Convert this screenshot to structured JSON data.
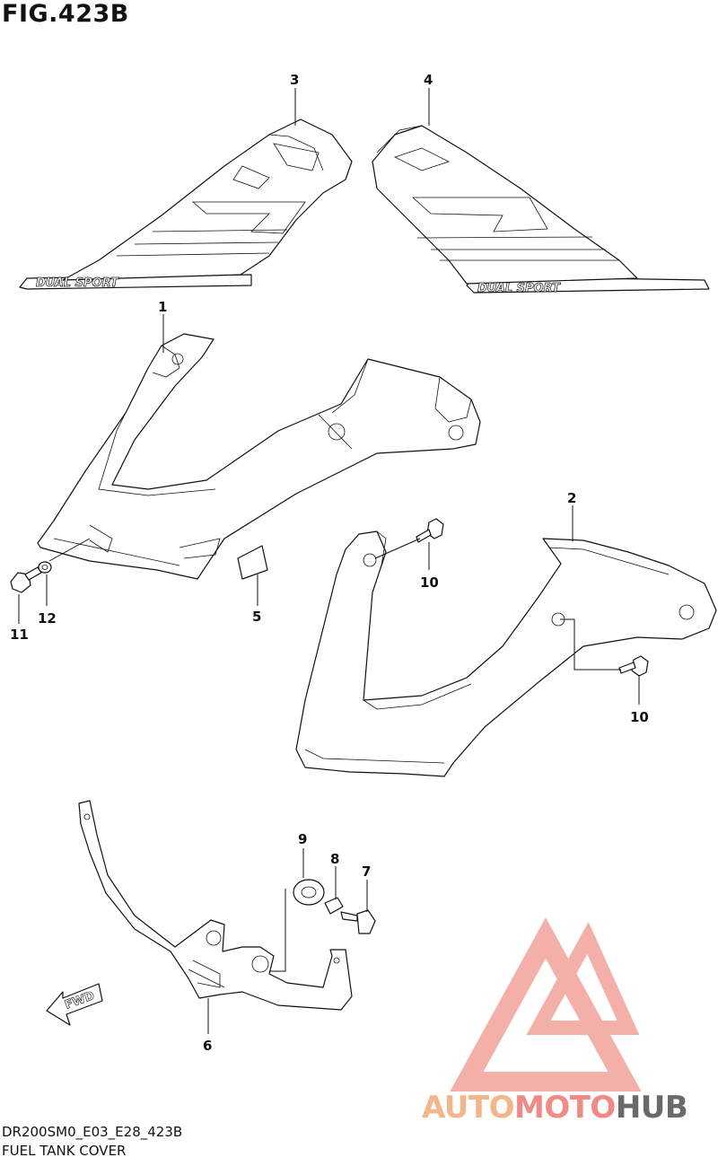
{
  "figure": {
    "title": "FIG.423B"
  },
  "footer": {
    "code": "DR200SM0_E03_E28_423B",
    "caption": "FUEL TANK COVER"
  },
  "emblem": {
    "text": "DUAL SPORT"
  },
  "callouts": [
    {
      "id": "c1",
      "label": "1"
    },
    {
      "id": "c2",
      "label": "2"
    },
    {
      "id": "c3",
      "label": "3"
    },
    {
      "id": "c4",
      "label": "4"
    },
    {
      "id": "c5",
      "label": "5"
    },
    {
      "id": "c6",
      "label": "6"
    },
    {
      "id": "c7",
      "label": "7"
    },
    {
      "id": "c8",
      "label": "8"
    },
    {
      "id": "c9",
      "label": "9"
    },
    {
      "id": "c10a",
      "label": "10"
    },
    {
      "id": "c10b",
      "label": "10"
    },
    {
      "id": "c11",
      "label": "11"
    },
    {
      "id": "c12",
      "label": "12"
    }
  ],
  "direction_marker": {
    "text": "FWD"
  },
  "watermark": {
    "part1": "AUTO",
    "part2": "MOTO",
    "part3": "HUB",
    "colors": {
      "triangle": "#f1a29a",
      "auto": "#f3b58a",
      "moto": "#ef8a84",
      "hub": "#6a6a6a"
    }
  }
}
